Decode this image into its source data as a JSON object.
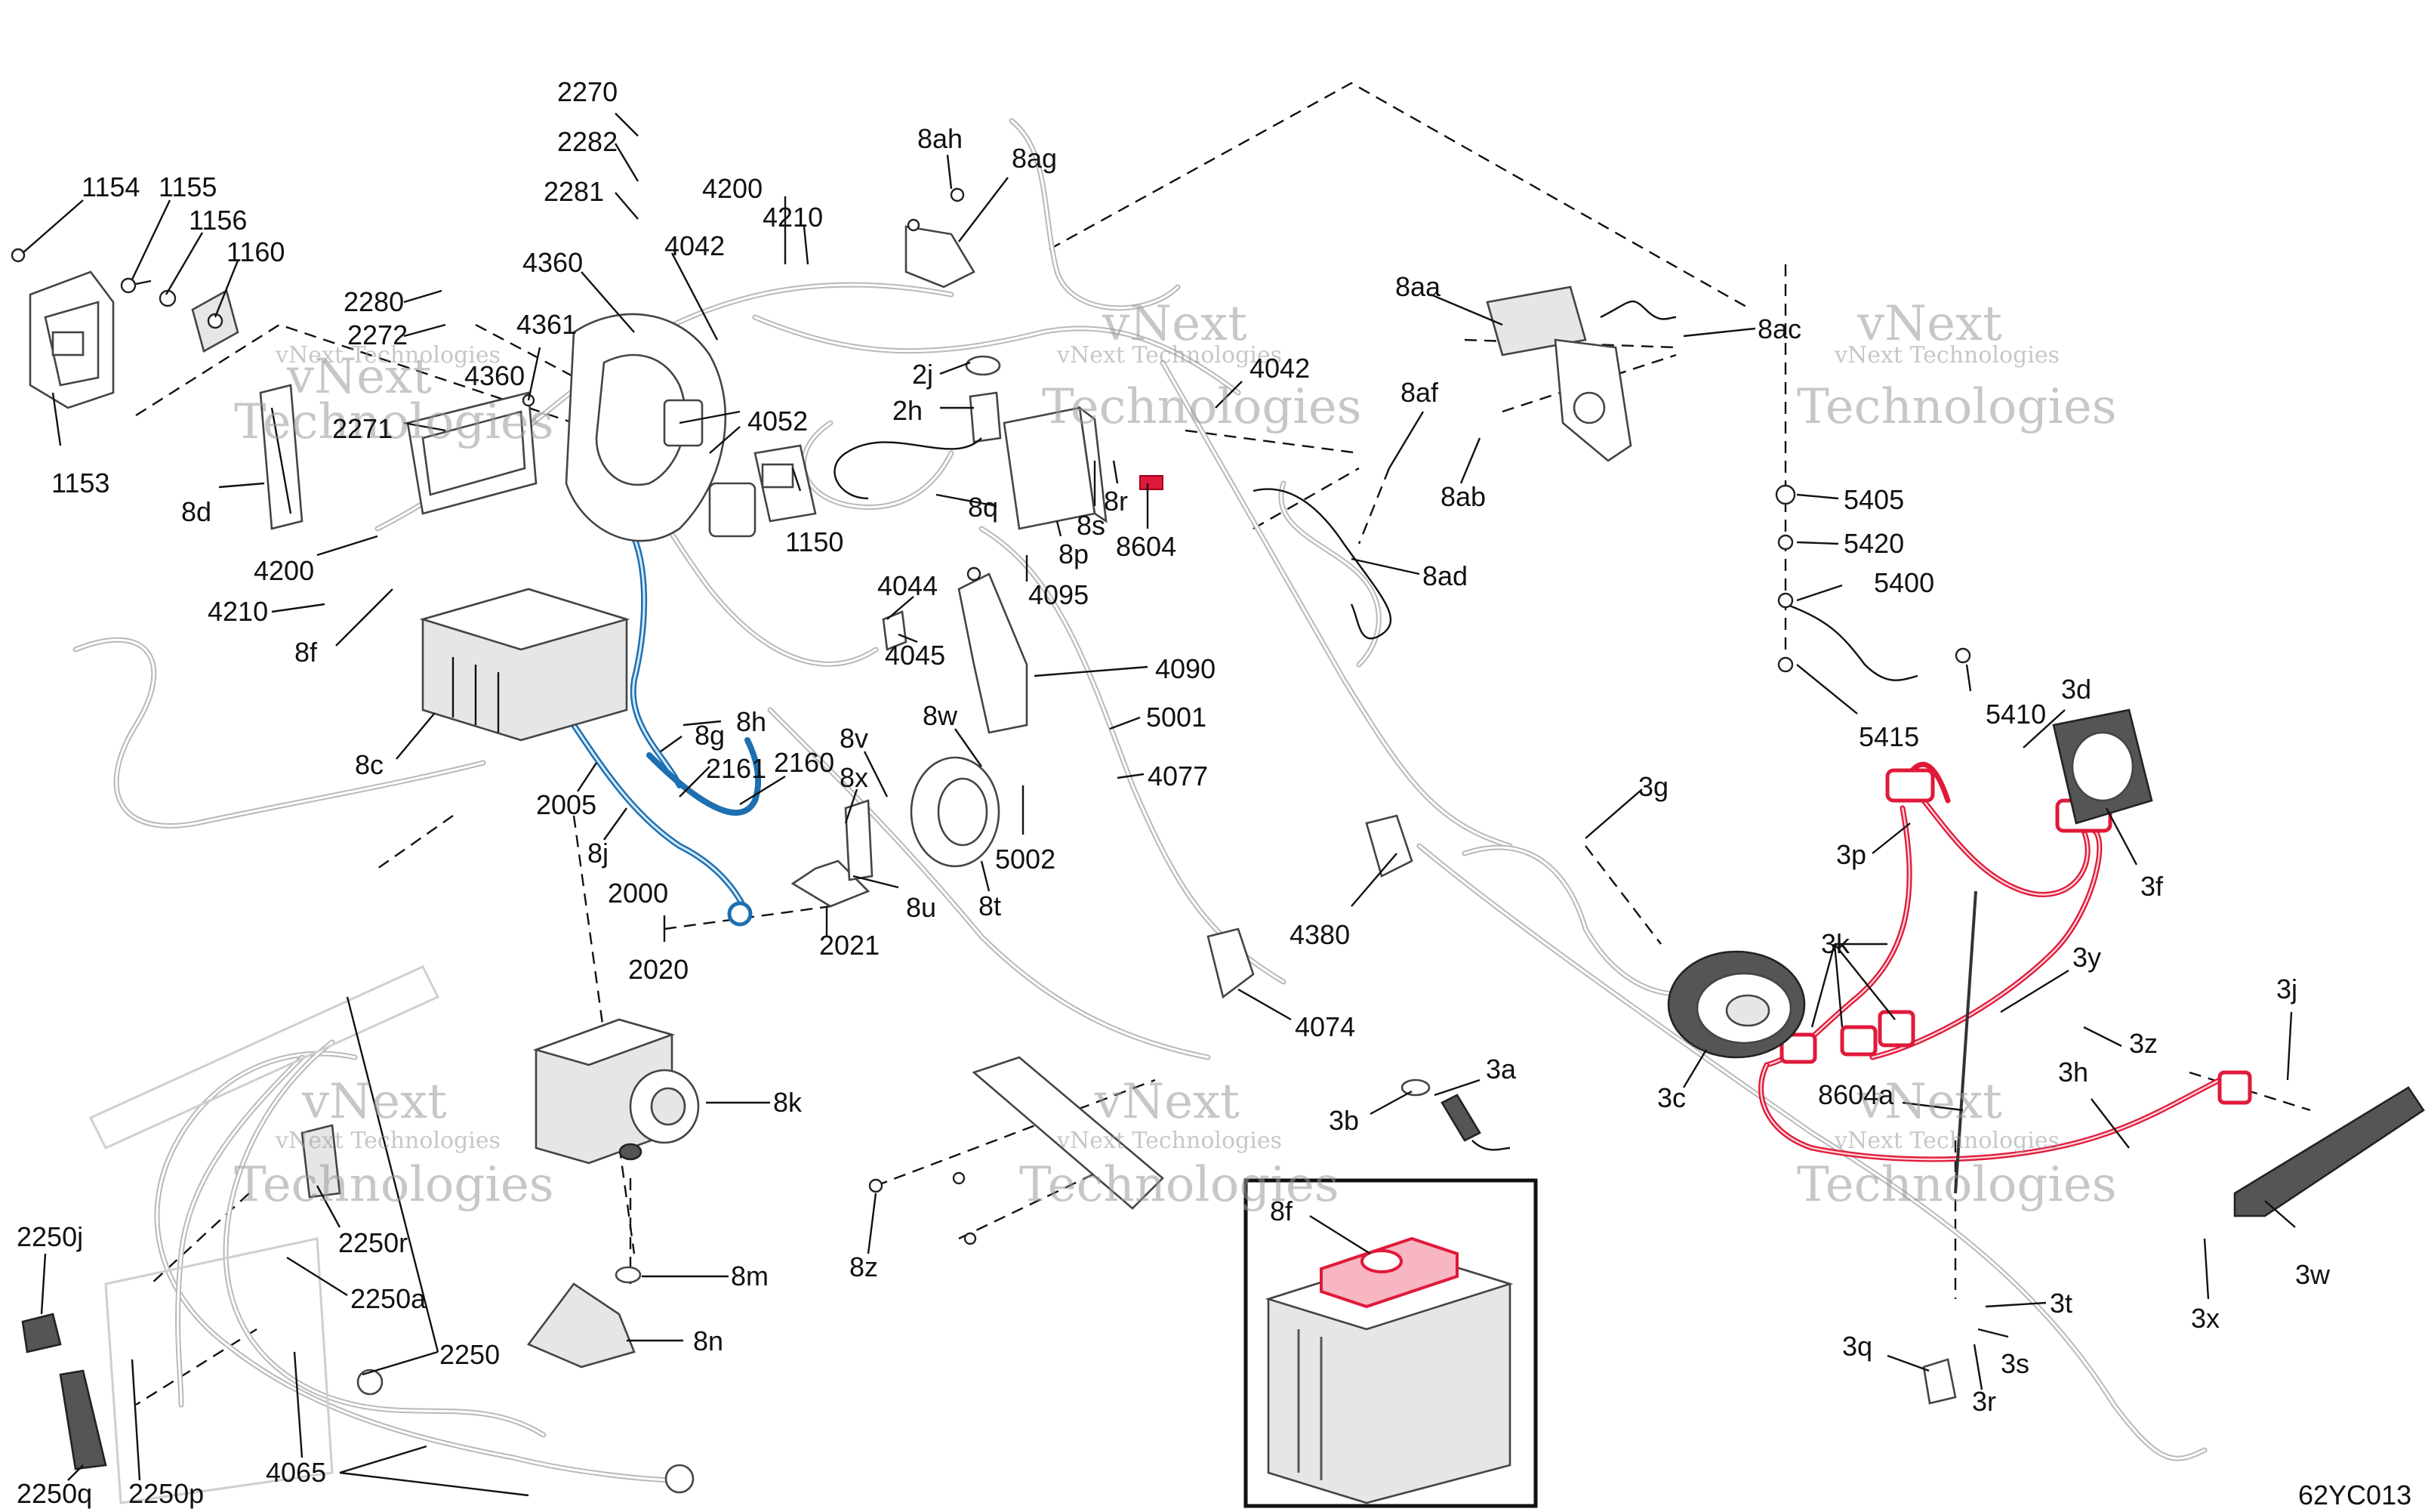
{
  "drawing_id": "62YC013",
  "watermark": {
    "line1": "vNext",
    "line2": "Technologies",
    "small": "vNext Technologies"
  },
  "callouts": {
    "c1153": "1153",
    "c1154": "1154",
    "c1155": "1155",
    "c1156": "1156",
    "c1160": "1160",
    "c2270": "2270",
    "c2282": "2282",
    "c2281": "2281",
    "c2280": "2280",
    "c2272": "2272",
    "c2271": "2271",
    "c4360a": "4360",
    "c4360b": "4360",
    "c4361": "4361",
    "c8d": "8d",
    "c4200a": "4200",
    "c4200b": "4200",
    "c4210a": "4210",
    "c4210b": "4210",
    "c8f": "8f",
    "c8c": "8c",
    "c2005": "2005",
    "c8j": "8j",
    "c2000": "2000",
    "c2020": "2020",
    "c2021": "2021",
    "c2160": "2160",
    "c2161": "2161",
    "c8g": "8g",
    "c8h": "8h",
    "c4042a": "4042",
    "c4042b": "4042",
    "c4052": "4052",
    "c1150": "1150",
    "c8ah": "8ah",
    "c8ag": "8ag",
    "c2j": "2j",
    "c2h": "2h",
    "c8q": "8q",
    "c8p": "8p",
    "c8s": "8s",
    "c8r": "8r",
    "c8604": "8604",
    "c4095": "4095",
    "c4044": "4044",
    "c4045": "4045",
    "c4090": "4090",
    "c8w": "8w",
    "c8v": "8v",
    "c8x": "8x",
    "c5001": "5001",
    "c4077": "4077",
    "c5002": "5002",
    "c8t": "8t",
    "c8u": "8u",
    "c8aa": "8aa",
    "c8ac": "8ac",
    "c8ab": "8ab",
    "c8af": "8af",
    "c8ad": "8ad",
    "c5405": "5405",
    "c5420": "5420",
    "c5400": "5400",
    "c5415": "5415",
    "c5410": "5410",
    "c3d": "3d",
    "c3f": "3f",
    "c3g": "3g",
    "c3p": "3p",
    "c3k": "3k",
    "c3y": "3y",
    "c3z": "3z",
    "c3j": "3j",
    "c3h": "3h",
    "c3c": "3c",
    "c8604a": "8604a",
    "c3w": "3w",
    "c3x": "3x",
    "c3t": "3t",
    "c3s": "3s",
    "c3r": "3r",
    "c3q": "3q",
    "c4380": "4380",
    "c4074": "4074",
    "c3a": "3a",
    "c3b": "3b",
    "c8k": "8k",
    "c8m": "8m",
    "c8n": "8n",
    "c8z": "8z",
    "c8f_inset": "8f",
    "c2250j": "2250j",
    "c2250r": "2250r",
    "c2250a": "2250a",
    "c2250": "2250",
    "c2250q": "2250q",
    "c2250p": "2250p",
    "c4065": "4065"
  },
  "colors": {
    "highlight_red": "#e0193a",
    "highlight_blue": "#1d6fb0",
    "wire_gray": "#b9b9b9",
    "ink": "#111111"
  }
}
